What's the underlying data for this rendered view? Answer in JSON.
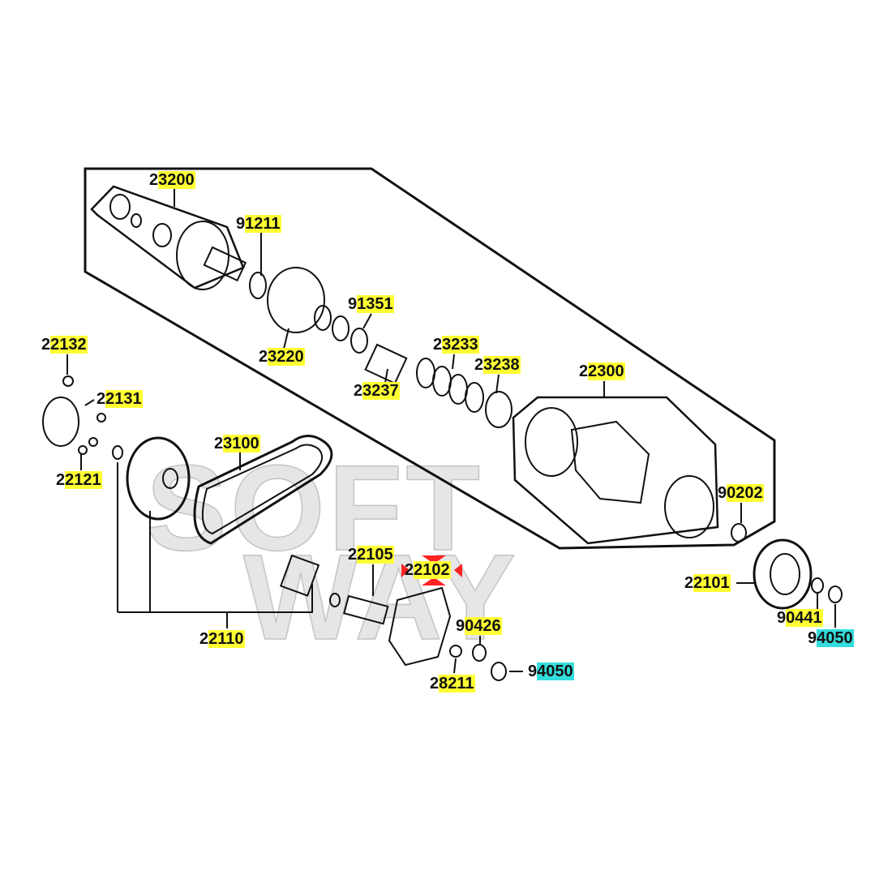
{
  "watermark": {
    "line1": "SOFT",
    "line2": "WAY"
  },
  "labels": {
    "p23200": "23200",
    "p91211": "91211",
    "p91351": "91351",
    "p23220": "23220",
    "p23233": "23233",
    "p23238": "23238",
    "p23237": "23237",
    "p22300": "22300",
    "p22132": "22132",
    "p22131": "22131",
    "p22121": "22121",
    "p23100": "23100",
    "p90202": "90202",
    "p22105": "22105",
    "p22102": "22102",
    "p22101": "22101",
    "p90426": "90426",
    "p90441": "90441",
    "p94050a": "94050",
    "p22110": "22110",
    "p28211": "28211",
    "p94050b": "94050"
  },
  "colors": {
    "highlight": "#ffff33",
    "highlight_alt": "#33dddd",
    "marker": "#ff2222"
  }
}
